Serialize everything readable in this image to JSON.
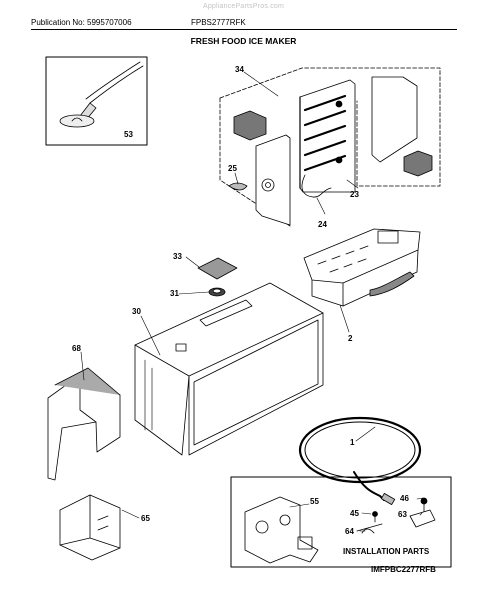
{
  "header": {
    "watermark": "AppliancePartsPros.com",
    "publication": "Publication No: 5995707006",
    "model": "FPBS2777RFK",
    "title": "FRESH FOOD ICE MAKER"
  },
  "footer": {
    "diagram_code": "IMFPBC2277RFB"
  },
  "installation_parts": {
    "label": "INSTALLATION PARTS"
  },
  "callouts": [
    {
      "id": "53",
      "label": "53"
    },
    {
      "id": "34",
      "label": "34"
    },
    {
      "id": "25",
      "label": "25"
    },
    {
      "id": "23",
      "label": "23"
    },
    {
      "id": "24",
      "label": "24"
    },
    {
      "id": "33",
      "label": "33"
    },
    {
      "id": "31",
      "label": "31"
    },
    {
      "id": "30",
      "label": "30"
    },
    {
      "id": "2",
      "label": "2"
    },
    {
      "id": "68",
      "label": "68"
    },
    {
      "id": "1",
      "label": "1"
    },
    {
      "id": "65",
      "label": "65"
    },
    {
      "id": "55",
      "label": "55"
    },
    {
      "id": "46",
      "label": "46"
    },
    {
      "id": "45",
      "label": "45"
    },
    {
      "id": "63",
      "label": "63"
    },
    {
      "id": "64",
      "label": "64"
    }
  ]
}
